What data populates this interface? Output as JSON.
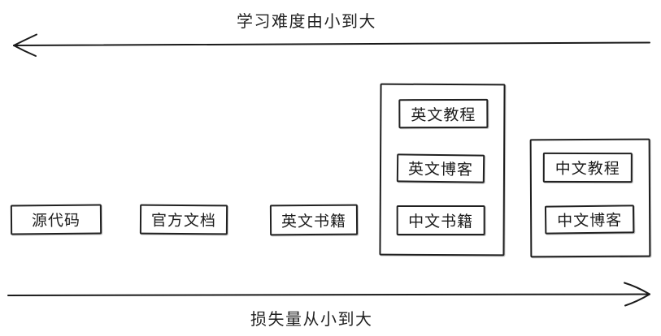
{
  "canvas": {
    "background": "#ffffff",
    "stroke_color": "#1b1b1b"
  },
  "top_axis": {
    "label": "学习难度由小到大",
    "arrow_direction": "left"
  },
  "bottom_axis": {
    "label": "损失量从小到大",
    "arrow_direction": "right"
  },
  "standalone_boxes": [
    {
      "label": "源代码"
    },
    {
      "label": "官方文档"
    },
    {
      "label": "英文书籍"
    }
  ],
  "groups": [
    {
      "items": [
        {
          "label": "英文教程"
        },
        {
          "label": "英文博客"
        },
        {
          "label": "中文书籍"
        }
      ]
    },
    {
      "items": [
        {
          "label": "中文教程"
        },
        {
          "label": "中文博客"
        }
      ]
    }
  ]
}
